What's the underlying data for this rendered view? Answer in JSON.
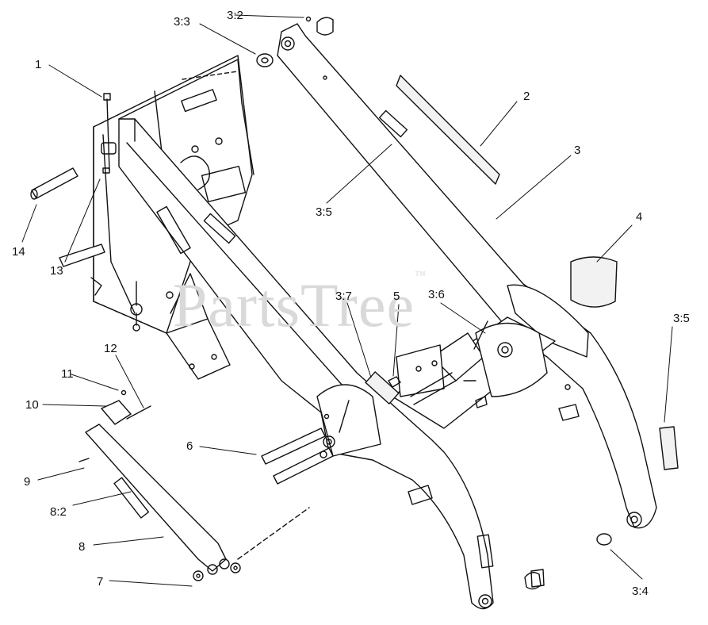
{
  "watermark": {
    "text": "PartsTree",
    "mark": "™"
  },
  "callouts": {
    "c1": "1",
    "c2": "2",
    "c3": "3",
    "c3_2": "3:2",
    "c3_3": "3:3",
    "c3_4": "3:4",
    "c3_5_top": "3:5",
    "c3_5_right": "3:5",
    "c3_6": "3:6",
    "c3_7": "3:7",
    "c4": "4",
    "c5": "5",
    "c6": "6",
    "c7": "7",
    "c8": "8",
    "c8_2": "8:2",
    "c9": "9",
    "c10": "10",
    "c11": "11",
    "c12": "12",
    "c13": "13",
    "c14": "14"
  }
}
